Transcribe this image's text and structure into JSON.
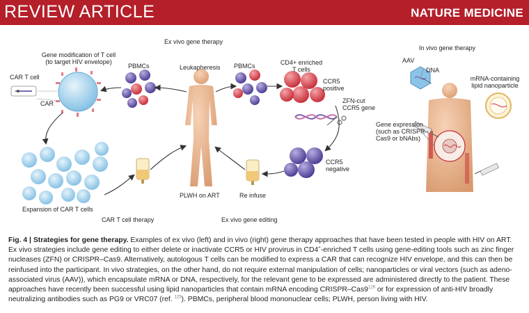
{
  "header": {
    "section": "REVIEW ARTICLE",
    "journal": "NATURE MEDICINE"
  },
  "figure": {
    "ex_vivo_title": "Ex vivo gene therapy",
    "in_vivo_title": "In vivo gene therapy",
    "gene_mod_line1": "Gene modification of T cell",
    "gene_mod_line2": "(to target HIV envelope)",
    "car_t_cell": "CAR T cell",
    "car": "CAR",
    "pbmcs_left": "PBMCs",
    "pbmcs_right": "PBMCs",
    "leukapheresis": "Leukapheresis",
    "cd4_line1": "CD4+ enriched",
    "cd4_line2": "T cells",
    "ccr5_pos_line1": "CCR5",
    "ccr5_pos_line2": "positive",
    "zfn_line1": "ZFN-cut",
    "zfn_line2": "CCR5 gene",
    "ccr5_neg_line1": "CCR5",
    "ccr5_neg_line2": "negative",
    "re_infuse": "Re infuse",
    "plwh": "PLWH on ART",
    "expansion": "Expansion of CAR T cells",
    "car_t_therapy": "CAR T cell therapy",
    "ex_vivo_editing": "Ex vivo gene editing",
    "aav": "AAV",
    "dna": "DNA",
    "mrna_line1": "mRNA-containing",
    "mrna_line2": "lipid nanoparticle",
    "gene_expr_line1": "Gene expression",
    "gene_expr_line2": "(such as CRISPR–",
    "gene_expr_line3": "Cas9 or bNAbs)"
  },
  "caption": {
    "fig_label": "Fig. 4 | Strategies for gene therapy.",
    "part1": " Examples of ex vivo (left) and in vivo (right) gene therapy approaches that have been tested in people with HIV on ART. Ex vivo strategies include gene editing to either delete or inactivate CCR5 or HIV provirus in CD4",
    "plus": "+",
    "part2": "-enriched T cells using gene-editing tools such as zinc finger nucleases (ZFN) or CRISPR–Cas9. Alternatively, autologous T cells can be modified to express a CAR that can recognize HIV envelope, and this can then be reinfused into the participant. In vivo strategies, on the other hand, do not require external manipulation of cells; nanoparticles or viral vectors (such as adeno-associated virus (AAV)), which encapsulate mRNA or DNA, respectively, for the relevant gene to be expressed are administered directly to the patient. These approaches have recently been successful using lipid nanoparticles that contain mRNA encoding CRISPR–Cas9",
    "ref1": "126",
    "part3": " or for expression of anti-HIV broadly neutralizing antibodies such as PG9 or VRC07 (ref. ",
    "ref2": "125",
    "part4": "). PBMCs, peripheral blood mononuclear cells; PLWH, person living with HIV."
  },
  "colors": {
    "header_red": "#b41f2a",
    "cd4_red": "#d8454e",
    "pbmc_purple": "#6a5aa8",
    "car_blue": "#a9d4ee",
    "skin": "#e9b48f",
    "nucleus_red": "#c8323c"
  }
}
